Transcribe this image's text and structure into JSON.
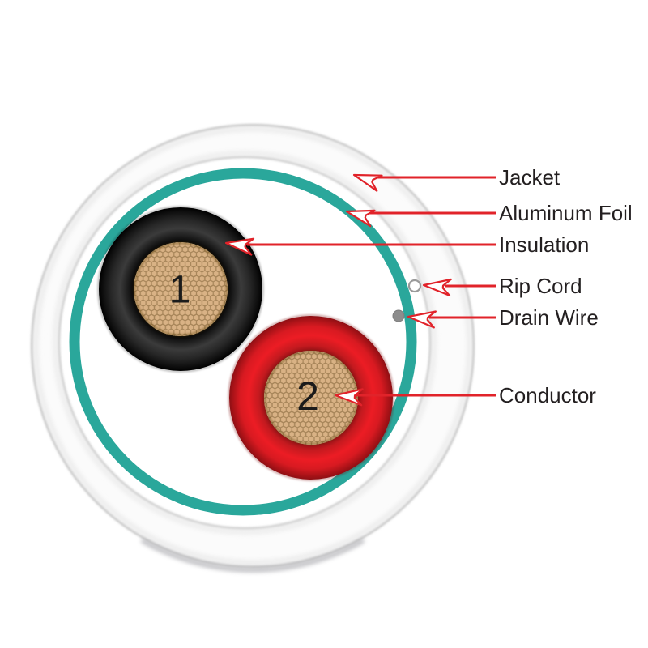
{
  "diagram": {
    "title": "cable cross-section",
    "conductors": [
      {
        "number": "1",
        "insulation_color": "#1b1b1b"
      },
      {
        "number": "2",
        "insulation_color": "#e81c24"
      }
    ]
  },
  "annotations": [
    {
      "label": "Jacket"
    },
    {
      "label": "Aluminum Foil"
    },
    {
      "label": "Insulation"
    },
    {
      "label": "Rip Cord"
    },
    {
      "label": "Drain Wire"
    },
    {
      "label": "Conductor"
    }
  ],
  "colors": {
    "background": "#ffffff",
    "jacket_white": "#fcfcfc",
    "jacket_edge_gray": "#c3c3c3",
    "aluminum_foil_teal": "#2aa79b",
    "insulation_black": "#1b1b1b",
    "insulation_red": "#e81c24",
    "conductor_tan": "#d9b285",
    "conductor_web_tan": "#a8865a",
    "rip_cord_white": "#ffffff",
    "rip_cord_edge": "#9a9a9a",
    "drain_wire_gray": "#8d8d8d",
    "annotation_red": "#e1232a",
    "number_text": "#1b1b1b",
    "label_text": "#231f20"
  }
}
